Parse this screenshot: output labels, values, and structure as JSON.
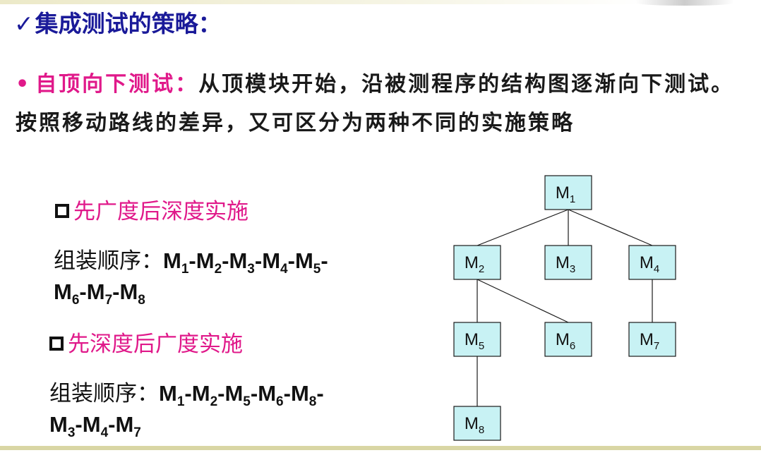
{
  "title": {
    "check": "✓",
    "text": "集成测试的策略："
  },
  "intro": {
    "bullet": "•",
    "term": "自顶向下测试：",
    "text": "从顶模块开始，沿被测程序的结构图逐渐向下测试。按照移动路线的差异，又可区分为两种不同的实施策略"
  },
  "strategy_breadth": {
    "heading": "先广度后深度实施",
    "order_label": "组装顺序：",
    "order_line1": [
      "1",
      "2",
      "3",
      "4",
      "5"
    ],
    "order_line2": [
      "6",
      "7",
      "8"
    ]
  },
  "strategy_depth": {
    "heading": "先深度后广度实施",
    "order_label": "组装顺序：",
    "order_line1": [
      "1",
      "2",
      "5",
      "6",
      "8"
    ],
    "order_line2": [
      "3",
      "4",
      "7"
    ]
  },
  "tree": {
    "module_letter": "M",
    "nodes": [
      {
        "id": "M1",
        "sub": "1"
      },
      {
        "id": "M2",
        "sub": "2"
      },
      {
        "id": "M3",
        "sub": "3"
      },
      {
        "id": "M4",
        "sub": "4"
      },
      {
        "id": "M5",
        "sub": "5"
      },
      {
        "id": "M6",
        "sub": "6"
      },
      {
        "id": "M7",
        "sub": "7"
      },
      {
        "id": "M8",
        "sub": "8"
      }
    ],
    "edges": [
      [
        "M1",
        "M2"
      ],
      [
        "M1",
        "M3"
      ],
      [
        "M1",
        "M4"
      ],
      [
        "M2",
        "M5"
      ],
      [
        "M2",
        "M6"
      ],
      [
        "M4",
        "M7"
      ],
      [
        "M5",
        "M8"
      ]
    ],
    "colors": {
      "node_fill": "#c8f2f4"
    }
  },
  "colors": {
    "title": "#1a1a99",
    "accent": "#e0198a",
    "rule": "#d9d6a4"
  }
}
